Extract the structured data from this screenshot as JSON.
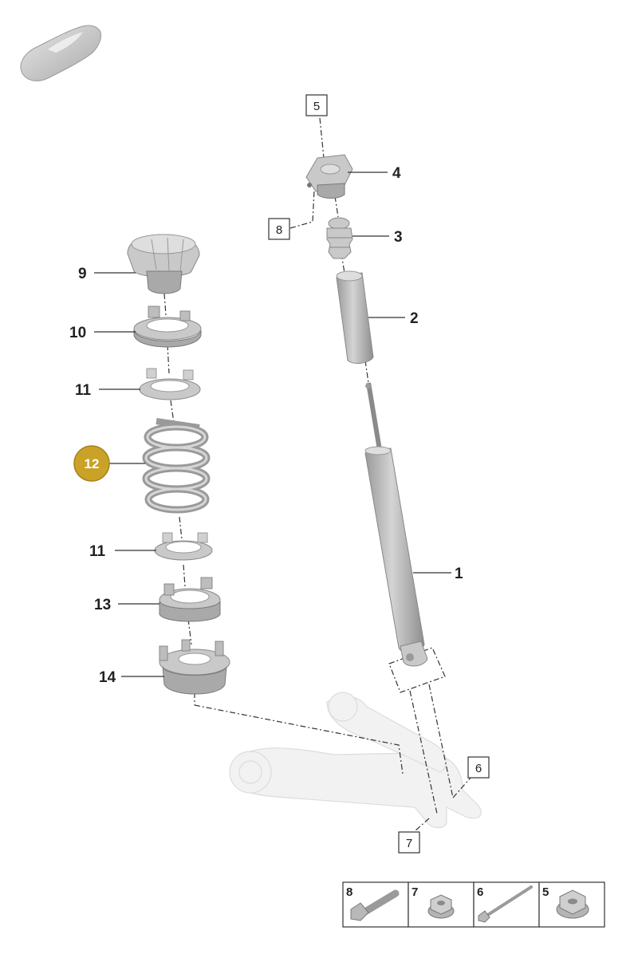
{
  "callouts": {
    "c1": "1",
    "c2": "2",
    "c3": "3",
    "c4": "4",
    "c9": "9",
    "c10": "10",
    "c11a": "11",
    "c11b": "11",
    "c12": "12",
    "c13": "13",
    "c14": "14"
  },
  "boxed_refs": {
    "b5": "5",
    "b8": "8",
    "b6": "6",
    "b7": "7"
  },
  "hardware_table": [
    {
      "num": "8",
      "icon": "bolt-icon"
    },
    {
      "num": "7",
      "icon": "flange-nut-icon"
    },
    {
      "num": "6",
      "icon": "long-bolt-icon"
    },
    {
      "num": "5",
      "icon": "hex-nut-icon"
    }
  ],
  "colors": {
    "highlight_badge": "#c9a227",
    "part_gray": "#c9c9c9",
    "ghost_gray": "#f2f2f2"
  }
}
